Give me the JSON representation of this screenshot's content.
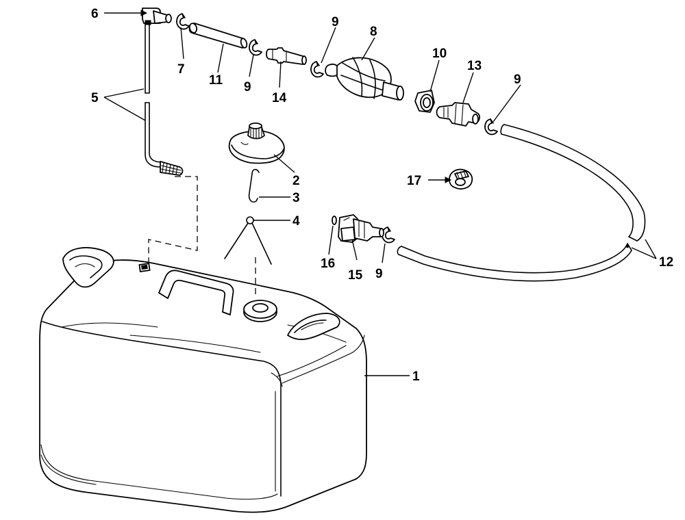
{
  "callouts": [
    {
      "id": "c1",
      "text": "1"
    },
    {
      "id": "c2",
      "text": "2"
    },
    {
      "id": "c3",
      "text": "3"
    },
    {
      "id": "c4",
      "text": "4"
    },
    {
      "id": "c5",
      "text": "5"
    },
    {
      "id": "c6",
      "text": "6"
    },
    {
      "id": "c7",
      "text": "7"
    },
    {
      "id": "c8",
      "text": "8"
    },
    {
      "id": "c9a",
      "text": "9"
    },
    {
      "id": "c9b",
      "text": "9"
    },
    {
      "id": "c9c",
      "text": "9"
    },
    {
      "id": "c9d",
      "text": "9"
    },
    {
      "id": "c10",
      "text": "10"
    },
    {
      "id": "c11",
      "text": "11"
    },
    {
      "id": "c12",
      "text": "12"
    },
    {
      "id": "c13",
      "text": "13"
    },
    {
      "id": "c14",
      "text": "14"
    },
    {
      "id": "c15",
      "text": "15"
    },
    {
      "id": "c16",
      "text": "16"
    },
    {
      "id": "c17",
      "text": "17"
    }
  ]
}
